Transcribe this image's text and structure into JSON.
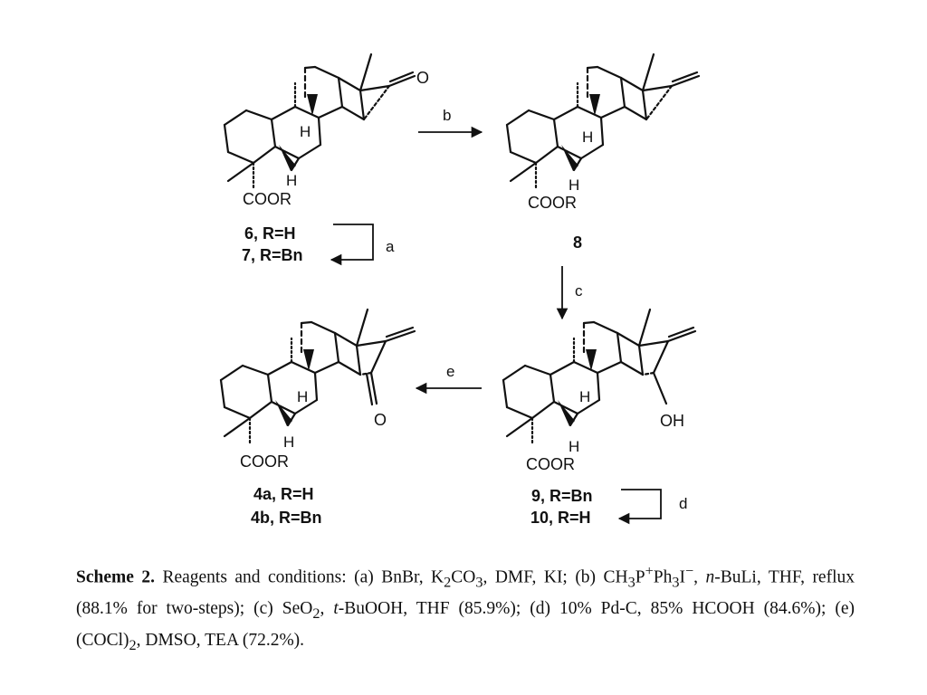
{
  "labels": {
    "r_group": "COOR",
    "h_atom": "H",
    "oxygen": "O",
    "hydroxyl": "OH"
  },
  "compounds": {
    "c6": "6, R=H",
    "c7": "7, R=Bn",
    "c8": "8",
    "c9": "9, R=Bn",
    "c10": "10, R=H",
    "c4a": "4a, R=H",
    "c4b": "4b, R=Bn"
  },
  "steps": {
    "a": "a",
    "b": "b",
    "c": "c",
    "d": "d",
    "e": "e"
  },
  "caption": {
    "lead": "Scheme 2.",
    "p1": " Reagents and conditions: (a) BnBr, K",
    "s1": "2",
    "p2": "CO",
    "s2": "3",
    "p3": ", DMF, KI; (b) CH",
    "s3": "3",
    "p4": "P",
    "sup1": "+",
    "p5": "Ph",
    "s4": "3",
    "p6": "I",
    "sup2": "−",
    "p7": ", ",
    "it1": "n",
    "p8": "-BuLi, THF, reflux (88.1% for two-steps); (c) SeO",
    "s5": "2",
    "p9": ", ",
    "it2": "t",
    "p10": "-BuOOH, THF (85.9%); (d) 10% Pd-C, 85% HCOOH (84.6%); (e) (COCl)",
    "s6": "2",
    "p11": ", DMSO, TEA (72.2%)."
  }
}
